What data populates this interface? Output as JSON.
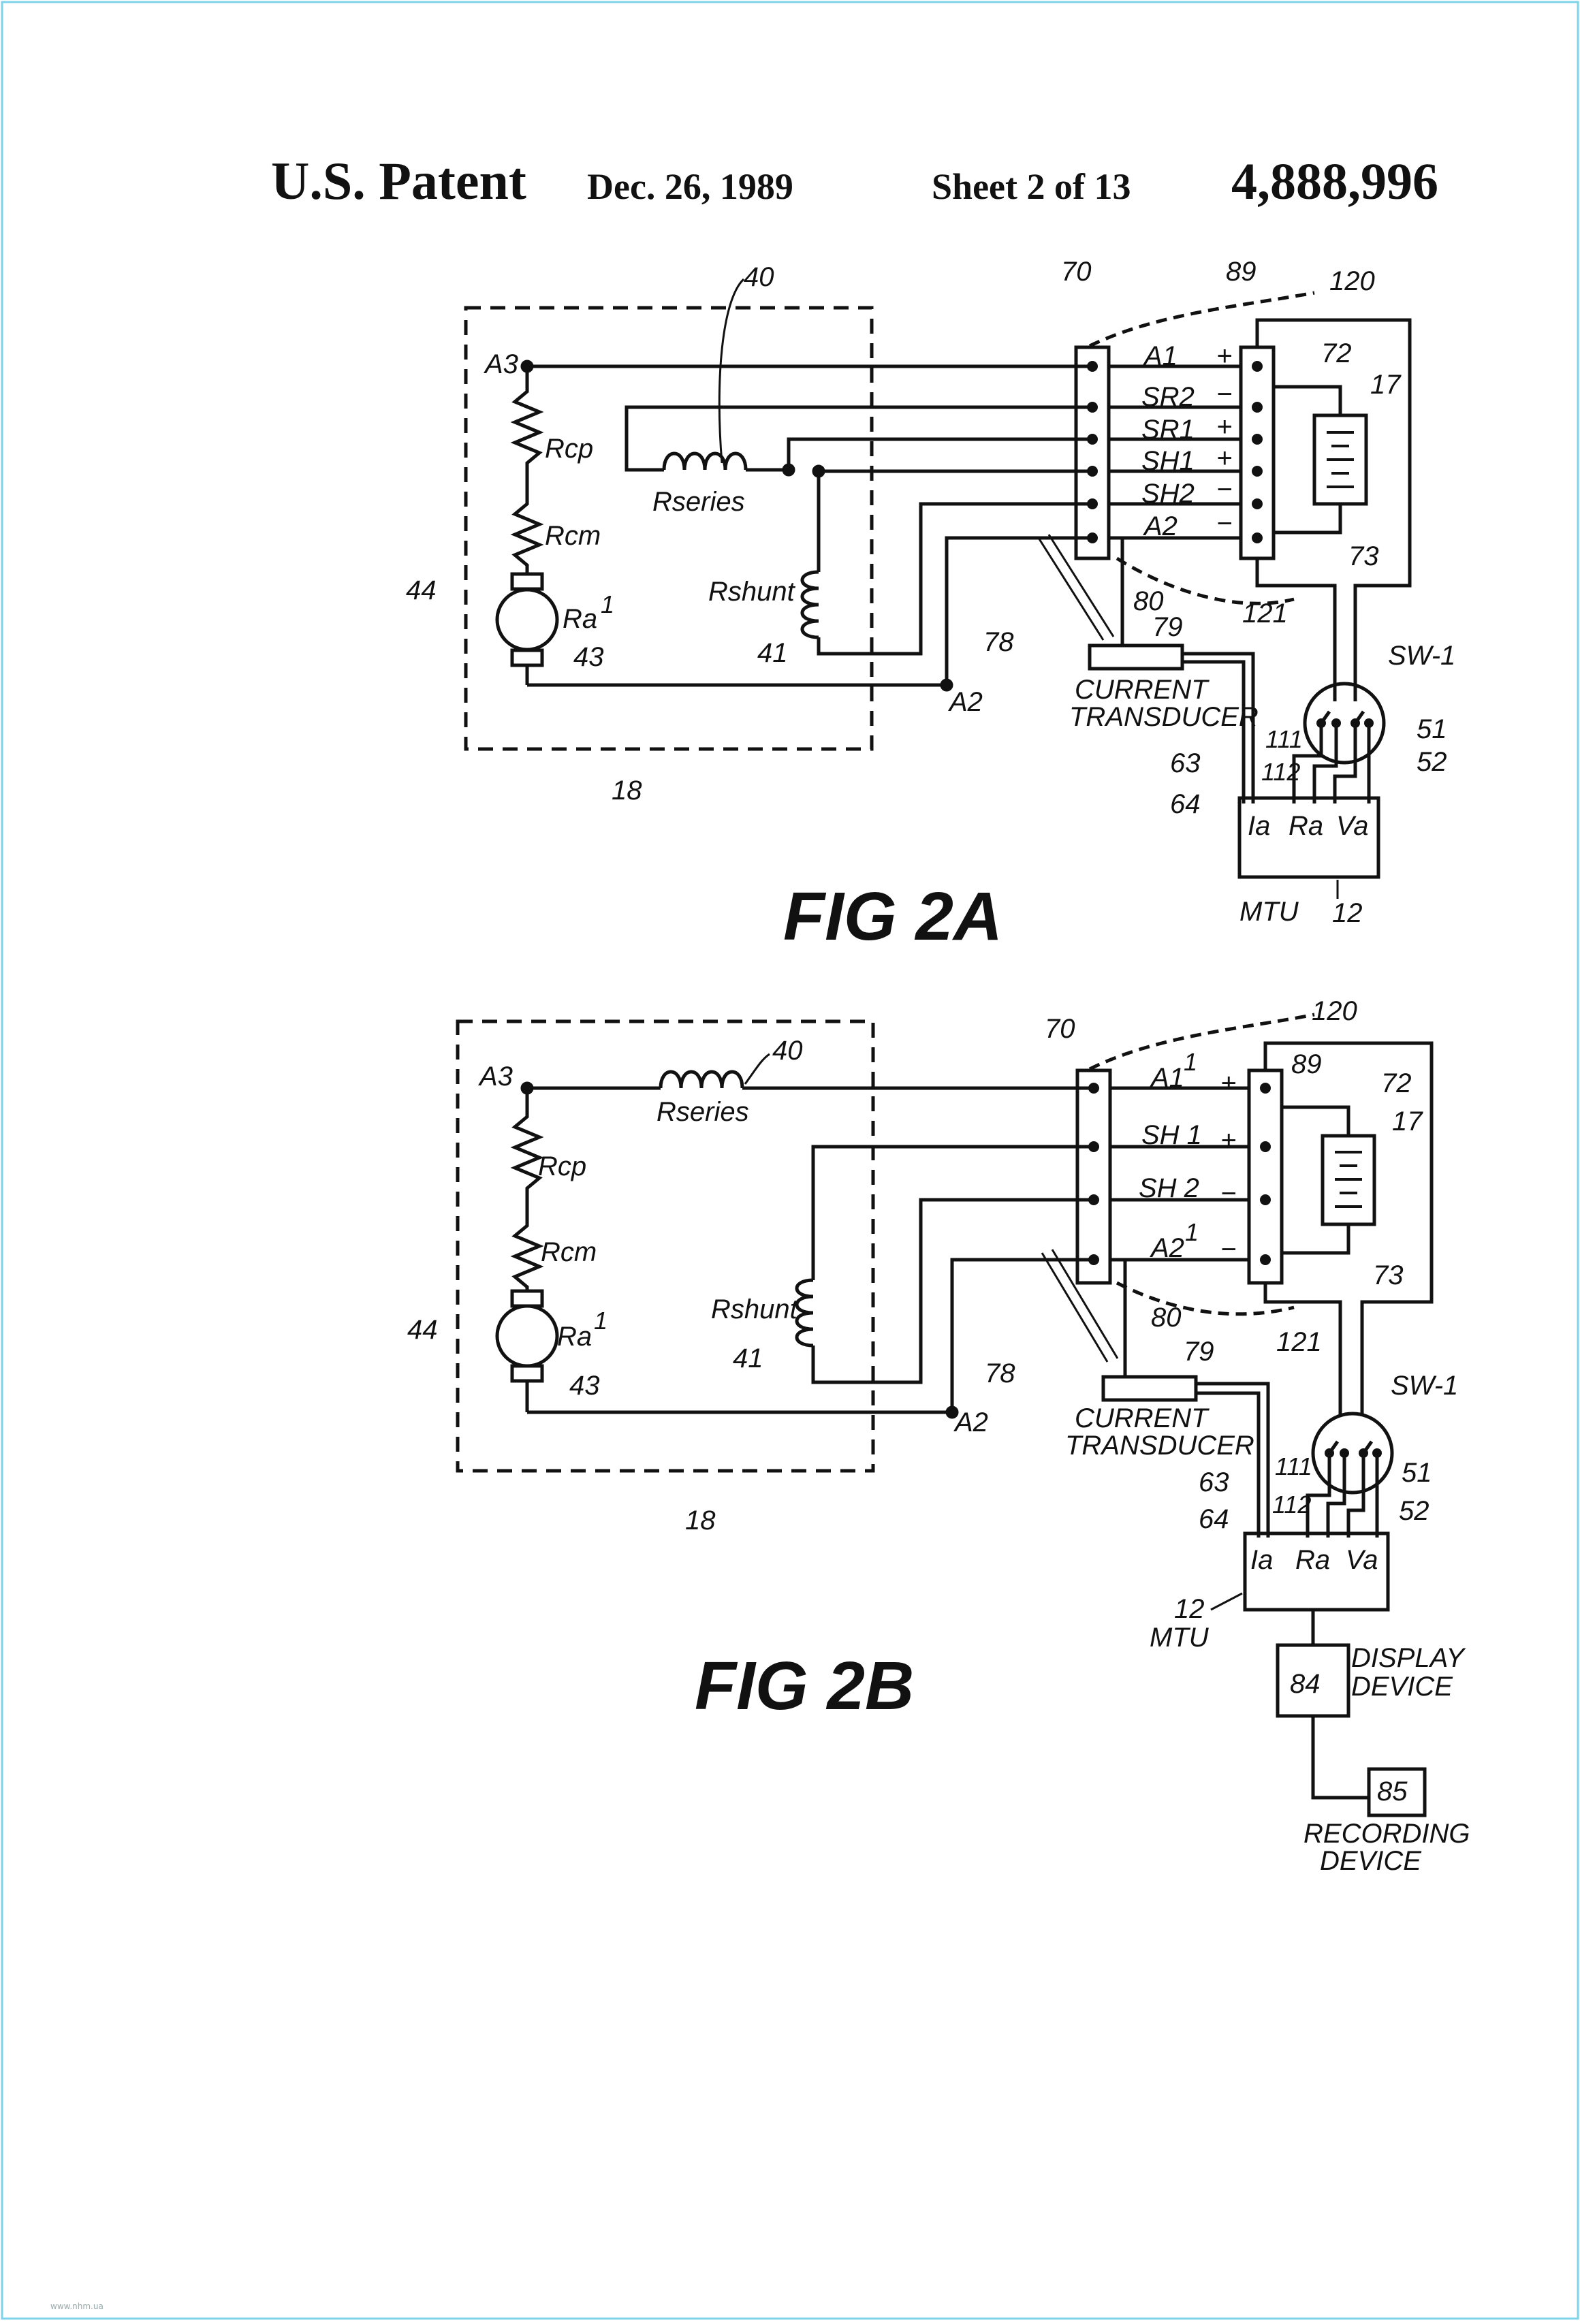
{
  "header": {
    "patent": "U.S. Patent",
    "date": "Dec. 26, 1989",
    "sheet": "Sheet 2 of 13",
    "number": "4,888,996"
  },
  "fig_a": {
    "caption": "FIG 2A",
    "motor_box_ref": "18",
    "field_ref": "40",
    "shunt_ref": "41",
    "armature_ref": "43",
    "brush_ref": "44",
    "a3": "A3",
    "a2": "A2",
    "rcp": "Rcp",
    "rcm": "Rcm",
    "ra": "Ra",
    "ra_sup": "1",
    "rseries": "Rseries",
    "rshunt": "Rshunt",
    "terminal_ref": "70",
    "connector_ref": "89",
    "bundle_ref": "120",
    "bundle2_ref": "121",
    "battery_ref": "17",
    "wire72": "72",
    "wire73": "73",
    "wire78": "78",
    "wire80": "80",
    "transducer_ref": "79",
    "transducer_label": [
      "CURRENT",
      "TRANSDUCER"
    ],
    "terminals": [
      {
        "name": "A1",
        "sign": "+"
      },
      {
        "name": "SR2",
        "sign": "−"
      },
      {
        "name": "SR1",
        "sign": "+"
      },
      {
        "name": "SH1",
        "sign": "+"
      },
      {
        "name": "SH2",
        "sign": "−"
      },
      {
        "name": "A2",
        "sign": "−"
      }
    ],
    "switch_label": "SW-1",
    "refs": {
      "r111": "111",
      "r112": "112",
      "r63": "63",
      "r64": "64",
      "r51": "51",
      "r52": "52",
      "r12": "12"
    },
    "mtu_inputs": [
      "Ia",
      "Ra",
      "Va"
    ],
    "mtu_label": "MTU"
  },
  "fig_b": {
    "caption": "FIG 2B",
    "motor_box_ref": "18",
    "field_ref": "40",
    "shunt_ref": "41",
    "armature_ref": "43",
    "brush_ref": "44",
    "a3": "A3",
    "a2": "A2",
    "rcp": "Rcp",
    "rcm": "Rcm",
    "ra": "Ra",
    "ra_sup": "1",
    "rseries": "Rseries",
    "rshunt": "Rshunt",
    "terminal_ref": "70",
    "connector_ref": "89",
    "bundle_ref": "120",
    "bundle2_ref": "121",
    "battery_ref": "17",
    "wire72": "72",
    "wire73": "73",
    "wire78": "78",
    "wire80": "80",
    "transducer_ref": "79",
    "transducer_label": [
      "CURRENT",
      "TRANSDUCER"
    ],
    "terminals": [
      {
        "name": "A1",
        "sup": "1",
        "sign": "+"
      },
      {
        "name": "SH 1",
        "sign": "+"
      },
      {
        "name": "SH 2",
        "sign": "−"
      },
      {
        "name": "A2",
        "sup": "1",
        "sign": "−"
      }
    ],
    "switch_label": "SW-1",
    "refs": {
      "r111": "111",
      "r112": "112",
      "r63": "63",
      "r64": "64",
      "r51": "51",
      "r52": "52",
      "r12": "12"
    },
    "mtu_inputs": [
      "Ia",
      "Ra",
      "Va"
    ],
    "mtu_label": "MTU",
    "display_ref": "84",
    "display_label": [
      "DISPLAY",
      "DEVICE"
    ],
    "recording_ref": "85",
    "recording_label": [
      "RECORDING",
      "DEVICE"
    ]
  },
  "watermark": "www.nhm.ua"
}
